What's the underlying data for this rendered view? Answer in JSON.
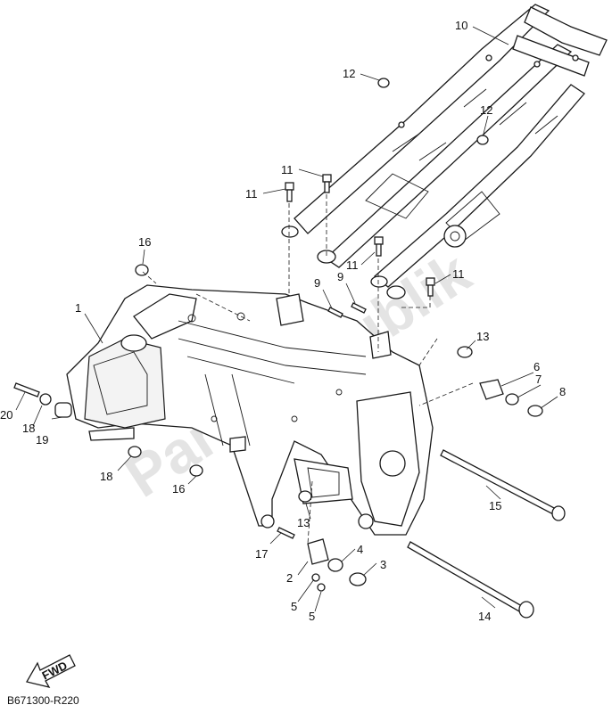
{
  "diagram": {
    "watermark": "PartsRepublik",
    "fwd_label": "FWD",
    "reference_code": "B671300-R220",
    "callouts": [
      {
        "id": "c1",
        "label": "1"
      },
      {
        "id": "c2",
        "label": "2"
      },
      {
        "id": "c3",
        "label": "3"
      },
      {
        "id": "c4",
        "label": "4"
      },
      {
        "id": "c5a",
        "label": "5"
      },
      {
        "id": "c5b",
        "label": "5"
      },
      {
        "id": "c6",
        "label": "6"
      },
      {
        "id": "c7",
        "label": "7"
      },
      {
        "id": "c8",
        "label": "8"
      },
      {
        "id": "c9a",
        "label": "9"
      },
      {
        "id": "c9b",
        "label": "9"
      },
      {
        "id": "c10",
        "label": "10"
      },
      {
        "id": "c11a",
        "label": "11"
      },
      {
        "id": "c11b",
        "label": "11"
      },
      {
        "id": "c11c",
        "label": "11"
      },
      {
        "id": "c11d",
        "label": "11"
      },
      {
        "id": "c12a",
        "label": "12"
      },
      {
        "id": "c12b",
        "label": "12"
      },
      {
        "id": "c13a",
        "label": "13"
      },
      {
        "id": "c13b",
        "label": "13"
      },
      {
        "id": "c14",
        "label": "14"
      },
      {
        "id": "c15",
        "label": "15"
      },
      {
        "id": "c16a",
        "label": "16"
      },
      {
        "id": "c16b",
        "label": "16"
      },
      {
        "id": "c17",
        "label": "17"
      },
      {
        "id": "c18a",
        "label": "18"
      },
      {
        "id": "c18b",
        "label": "18"
      },
      {
        "id": "c19",
        "label": "19"
      },
      {
        "id": "c20",
        "label": "20"
      }
    ]
  }
}
